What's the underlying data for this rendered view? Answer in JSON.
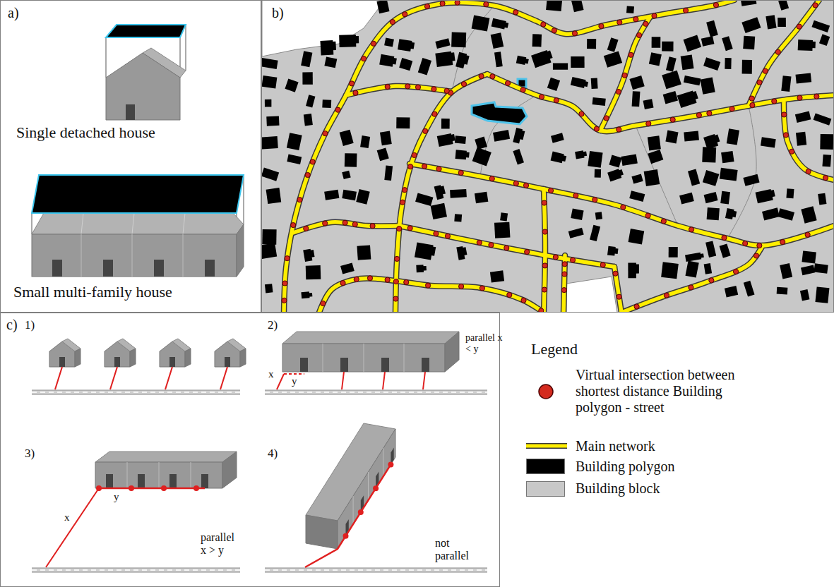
{
  "diagram": {
    "nodes": [
      {
        "text": [
          "a)",
          "Single detached house",
          "Small multi-family house"
        ]
      },
      {
        "text": [
          "b)"
        ]
      },
      {
        "text": [
          "c)",
          "1)",
          "2)",
          "x",
          "y",
          "parallel x < y",
          "3)",
          "x",
          "y",
          "parallel x > y",
          "4)",
          "not parallel"
        ]
      }
    ],
    "labels": [
      "Legend"
    ],
    "legend": [
      {
        "text": "Virtual intersection between shortest distance Building polygon - street"
      },
      {
        "text": "Main network"
      },
      {
        "text": "Building polygon",
        "color": "#000000"
      },
      {
        "text": "Building block",
        "color": "#c8c8c8"
      }
    ]
  }
}
